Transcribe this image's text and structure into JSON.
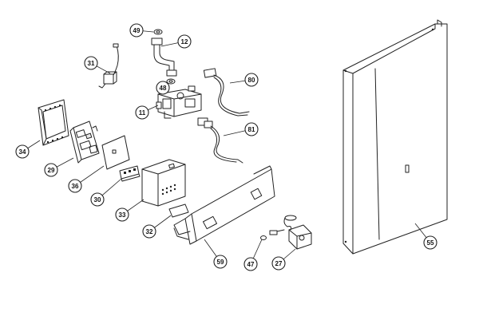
{
  "diagram": {
    "callouts": [
      {
        "id": "49",
        "label": "49"
      },
      {
        "id": "12",
        "label": "12"
      },
      {
        "id": "31",
        "label": "31"
      },
      {
        "id": "48",
        "label": "48"
      },
      {
        "id": "80",
        "label": "80"
      },
      {
        "id": "11",
        "label": "11"
      },
      {
        "id": "81",
        "label": "81"
      },
      {
        "id": "34",
        "label": "34"
      },
      {
        "id": "29",
        "label": "29"
      },
      {
        "id": "36",
        "label": "36"
      },
      {
        "id": "30",
        "label": "30"
      },
      {
        "id": "33",
        "label": "33"
      },
      {
        "id": "32",
        "label": "32"
      },
      {
        "id": "59",
        "label": "59"
      },
      {
        "id": "47",
        "label": "47"
      },
      {
        "id": "27",
        "label": "27"
      },
      {
        "id": "55",
        "label": "55"
      }
    ]
  }
}
